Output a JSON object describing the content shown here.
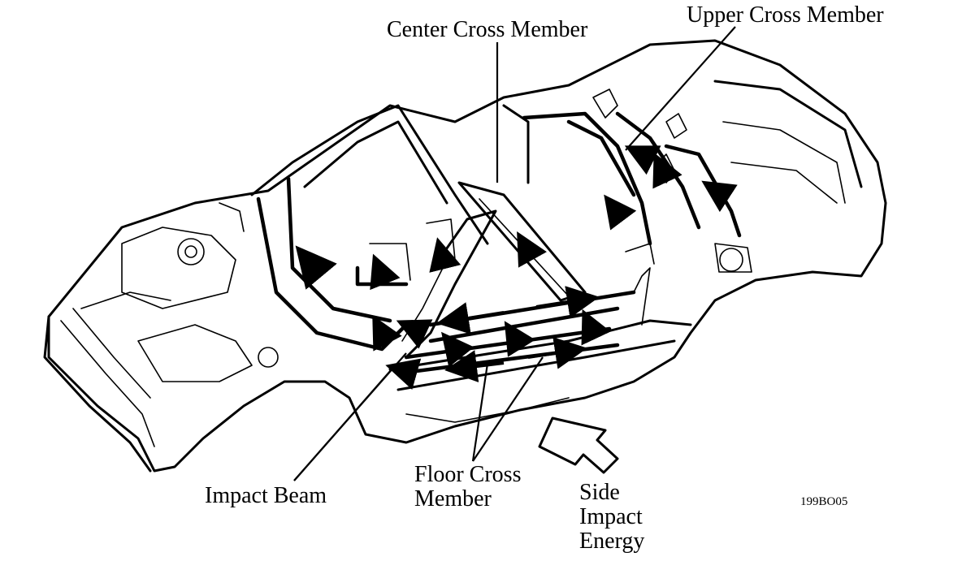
{
  "diagram": {
    "labels": {
      "center_cross_member": "Center Cross Member",
      "upper_cross_member": "Upper Cross Member",
      "impact_beam": "Impact Beam",
      "floor_cross_member_line1": "Floor Cross",
      "floor_cross_member_line2": "Member",
      "side_impact_line1": "Side",
      "side_impact_line2": "Impact",
      "side_impact_line3": "Energy"
    },
    "figure_code": "199BO05"
  }
}
